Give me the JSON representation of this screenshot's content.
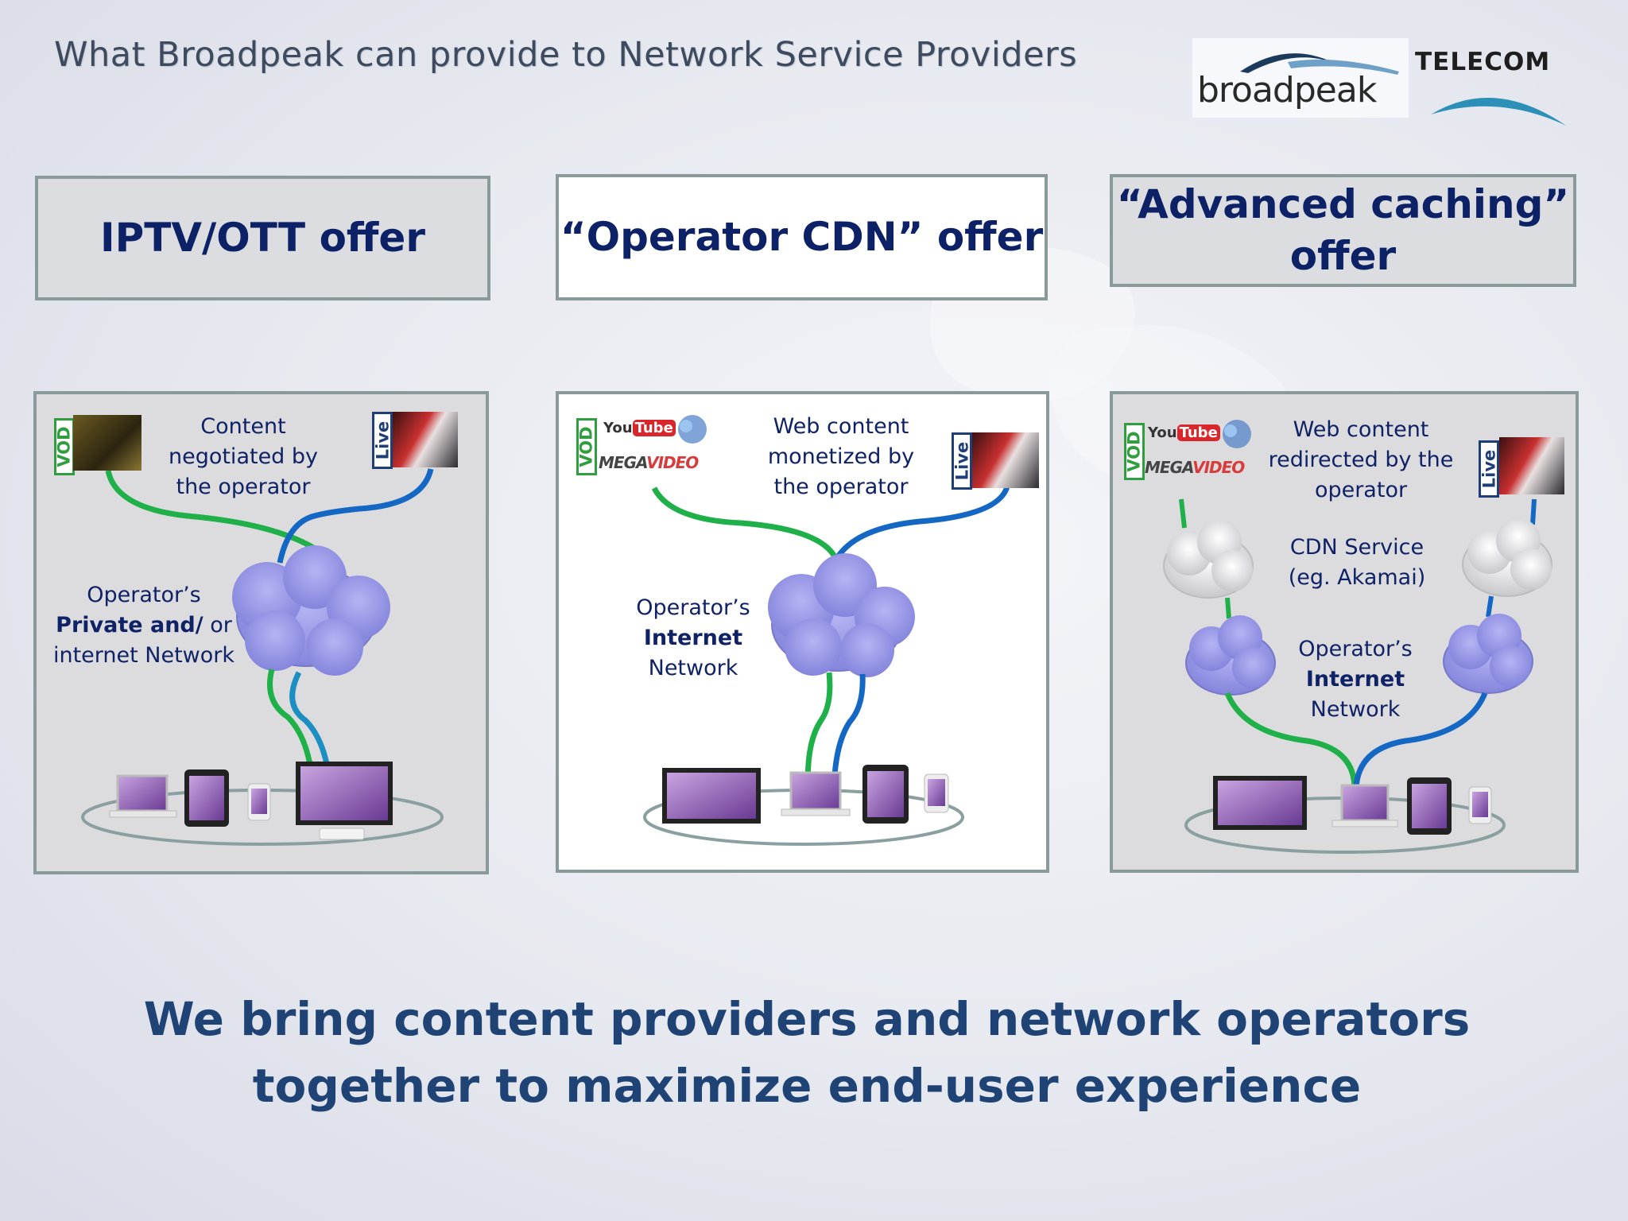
{
  "slide": {
    "title": "What Broadpeak can provide to Network Service Providers",
    "logos": {
      "broadpeak": "broadpeak",
      "telecom": "TELECOM"
    },
    "colors": {
      "header_text": "#0d2266",
      "panel_border": "#8a9a9a",
      "tagline": "#1f4375",
      "vod_green": "#2e9e3e",
      "live_blue": "#1f3e78",
      "green_link": "#1fb04a",
      "blue_link": "#1468c4",
      "cloud": "#9a9ae6"
    }
  },
  "offers": [
    {
      "header": "IPTV/OTT offer",
      "vod_label": "VOD",
      "live_label": "Live",
      "content_text": "Content negotiated by the operator",
      "network_text_pre": "Operator’s",
      "network_text_bold": "Private and/",
      "network_text_mid": " or",
      "network_text_post": "internet Network"
    },
    {
      "header": "“Operator CDN” offer",
      "vod_label": "VOD",
      "live_label": "Live",
      "content_text": "Web content monetized by the operator",
      "network_text_pre": "Operator’s",
      "network_text_bold": "Internet",
      "network_text_post": "Network"
    },
    {
      "header": "“Advanced caching” offer",
      "vod_label": "VOD",
      "live_label": "Live",
      "content_text": "Web content redirected by the operator",
      "cdn_text": "CDN Service (eg. Akamai)",
      "network_text_pre": "Operator’s",
      "network_text_bold": "Internet",
      "network_text_post": "Network"
    }
  ],
  "web_logos": {
    "youtube_a": "You",
    "youtube_b": "Tube",
    "mega_a": "MEGA",
    "mega_b": "VIDEO"
  },
  "tagline": "We bring content providers and network operators together to maximize end-user experience"
}
